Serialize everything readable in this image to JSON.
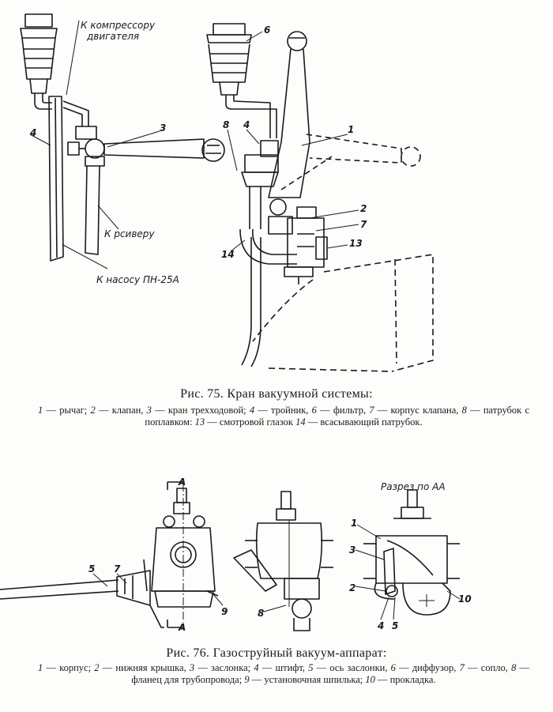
{
  "figure75": {
    "labels": {
      "to_compressor_1": "К компрессору",
      "to_compressor_2": "двигателя",
      "to_valve": "К рсиверу",
      "to_pump": "К насосу ПН-25А",
      "n4_left": "4",
      "n3": "3",
      "n6": "6",
      "n8": "8",
      "n4_right": "4",
      "n1": "1",
      "n2": "2",
      "n7": "7",
      "n13": "13",
      "n14": "14"
    },
    "caption_title": "Рис. 75. Кран вакуумной системы:",
    "legend": [
      {
        "num": "1",
        "text": "рычаг;"
      },
      {
        "num": "2",
        "text": "клапан,"
      },
      {
        "num": "3",
        "text": "кран трехходовой;"
      },
      {
        "num": "4",
        "text": "тройник,"
      },
      {
        "num": "6",
        "text": "фильтр,"
      },
      {
        "num": "7",
        "text": "корпус клапана,"
      },
      {
        "num": "8",
        "text": "патрубок с поплавком:"
      },
      {
        "num": "13",
        "text": "смотровой глазок"
      },
      {
        "num": "14",
        "text": "всасывающий патрубок."
      }
    ]
  },
  "figure76": {
    "labels": {
      "section_A_top": "A",
      "section_A_bottom": "A",
      "section_title": "Разрез по АА",
      "n5_left": "5",
      "n7": "7",
      "n9": "9",
      "n8": "8",
      "n1": "1",
      "n3": "3",
      "n2": "2",
      "n4": "4",
      "n5_right": "5",
      "n10": "10"
    },
    "caption_title": "Рис. 76. Газоструйный вакуум-аппарат:",
    "legend": [
      {
        "num": "1",
        "text": "корпус;"
      },
      {
        "num": "2",
        "text": "нижняя крышка,"
      },
      {
        "num": "3",
        "text": "заслонка;"
      },
      {
        "num": "4",
        "text": "штифт,"
      },
      {
        "num": "5",
        "text": "ось заслонки,"
      },
      {
        "num": "6",
        "text": "диффузор,"
      },
      {
        "num": "7",
        "text": "сопло,"
      },
      {
        "num": "8",
        "text": "фланец для трубопровода;"
      },
      {
        "num": "9",
        "text": "установочная шпилька;"
      },
      {
        "num": "10",
        "text": "прокладка."
      }
    ]
  },
  "colors": {
    "ink": "#1a1a1a",
    "paper": "#fdfdfb"
  }
}
